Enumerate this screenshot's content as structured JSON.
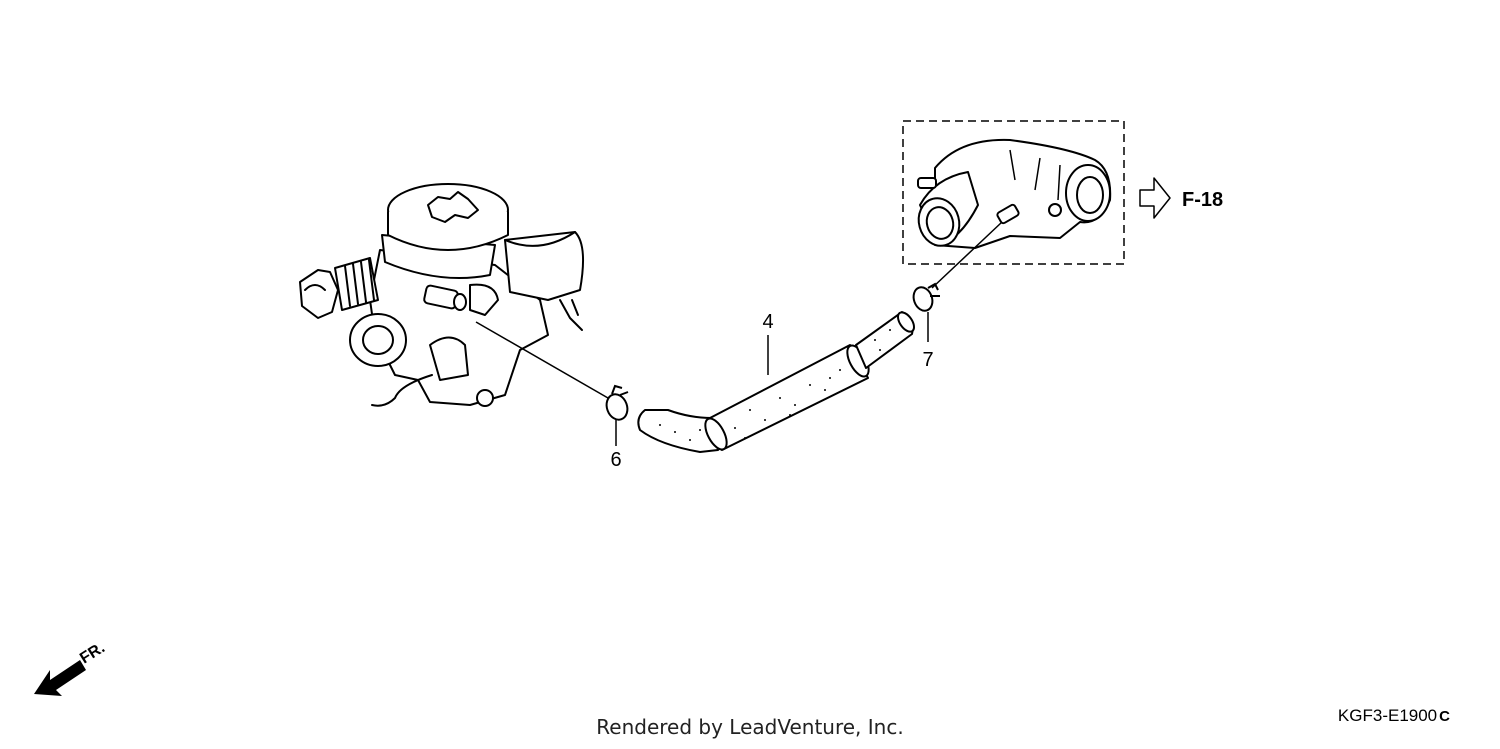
{
  "callouts": {
    "part_4": "4",
    "part_6": "6",
    "part_7": "7"
  },
  "reference": {
    "label": "F-18"
  },
  "direction": {
    "label": "FR."
  },
  "footer": {
    "credit": "Rendered by LeadVenture, Inc.",
    "diagram_code": "KGF3-E1900",
    "diagram_code_suffix": "C"
  },
  "icons": {
    "carburetor": "carburetor-illustration",
    "intake_manifold": "intake-manifold-illustration",
    "hose": "hose-illustration",
    "clip": "hose-clip-icon",
    "reference_arrow": "hollow-arrow-right-icon",
    "front_arrow": "front-direction-arrow-icon"
  },
  "colors": {
    "line": "#000000",
    "background": "#ffffff"
  }
}
